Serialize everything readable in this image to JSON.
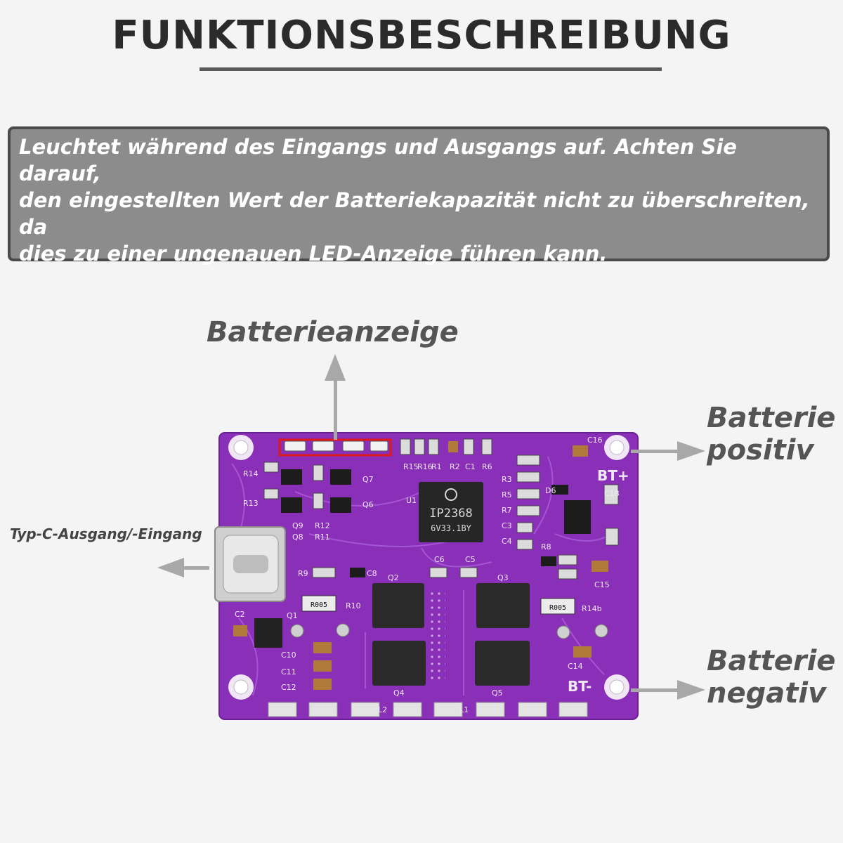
{
  "title": "FUNKTIONSBESCHREIBUNG",
  "description": {
    "line1": "Leuchtet während des Eingangs und Ausgangs auf. Achten Sie darauf,",
    "line2": "den eingestellten Wert der Batteriekapazität nicht zu überschreiten, da",
    "line3": "dies zu einer ungenauen LED-Anzeige führen kann."
  },
  "labels": {
    "battery_indicator": "Batterieanzeige",
    "battery_positive_1": "Batterie",
    "battery_positive_2": "positiv",
    "battery_negative_1": "Batterie",
    "battery_negative_2": "negativ",
    "typec": "Typ-C-Ausgang/-Eingang"
  },
  "board": {
    "chip_label_1": "IP2368",
    "chip_label_2": "6V33.1BY",
    "bt_plus": "BT+",
    "bt_minus": "BT-",
    "silk": [
      "R14",
      "R13",
      "Q7",
      "Q6",
      "Q9",
      "Q8",
      "R12",
      "R11",
      "R9",
      "C8",
      "R10",
      "Q1",
      "Q2",
      "Q3",
      "Q4",
      "Q5",
      "C10",
      "C11",
      "C12",
      "C2",
      "R15",
      "R16",
      "R1",
      "R2",
      "C1",
      "R6",
      "U1",
      "R3",
      "R5",
      "R7",
      "R8",
      "C3",
      "C4",
      "C5",
      "C6",
      "C14",
      "C15",
      "C16",
      "C18",
      "D6",
      "R14b",
      "L1",
      "L2"
    ],
    "resistor_codes": [
      "R005",
      "R005"
    ]
  },
  "colors": {
    "board": "#8a2fb8",
    "highlight": "#e01818",
    "arrow": "#a8a8a8"
  }
}
